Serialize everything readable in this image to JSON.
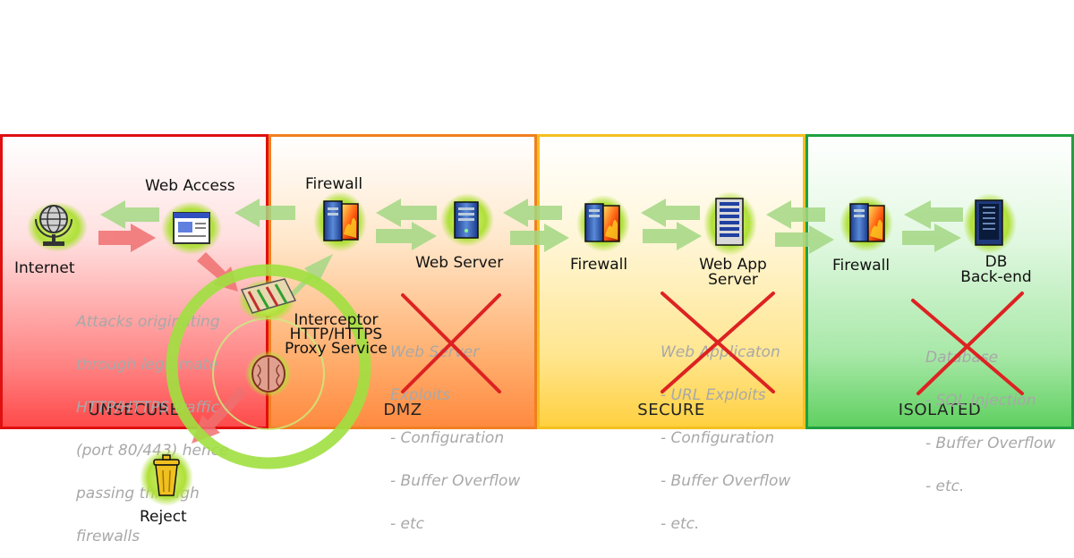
{
  "zones": {
    "unsecure": "UNSECURE",
    "dmz": "DMZ",
    "secure": "SECURE",
    "isolated": "ISOLATED"
  },
  "nodes": {
    "internet": "Internet",
    "web_access": "Web Access",
    "firewall_1": "Firewall",
    "web_server": "Web Server",
    "firewall_2": "Firewall",
    "web_app_server_line1": "Web App",
    "web_app_server_line2": "Server",
    "firewall_3": "Firewall",
    "db_backend_line1": "DB",
    "db_backend_line2": "Back-end",
    "interceptor_line1": "Interceptor",
    "interceptor_line2": "HTTP/HTTPS",
    "interceptor_line3": "Proxy Service",
    "reject": "Reject"
  },
  "notes": {
    "attacks": [
      "Attacks originating",
      "through legitimate",
      "HTTP/HTTPS traffic",
      "(port 80/443) hence",
      "passing through",
      "firewalls"
    ],
    "web_server_threats": [
      "Web Server",
      "Exploits",
      "- Configuration",
      "- Buffer Overflow",
      "- etc"
    ],
    "web_app_threats": [
      "Web Applicaton",
      "- URL Exploits",
      "- Configuration",
      "- Buffer Overflow",
      "- etc."
    ],
    "database_threats": [
      "Database",
      "- SQL Injection",
      "- Buffer Overflow",
      "- etc."
    ]
  },
  "colors": {
    "unsecure_border": "#e01010",
    "dmz_border": "#f08020",
    "secure_border": "#f4c020",
    "isolated_border": "#20a040",
    "arrow_green": "#a4d884",
    "arrow_red": "#f07070",
    "cross": "#dd2222",
    "halo": "#a0e040"
  }
}
